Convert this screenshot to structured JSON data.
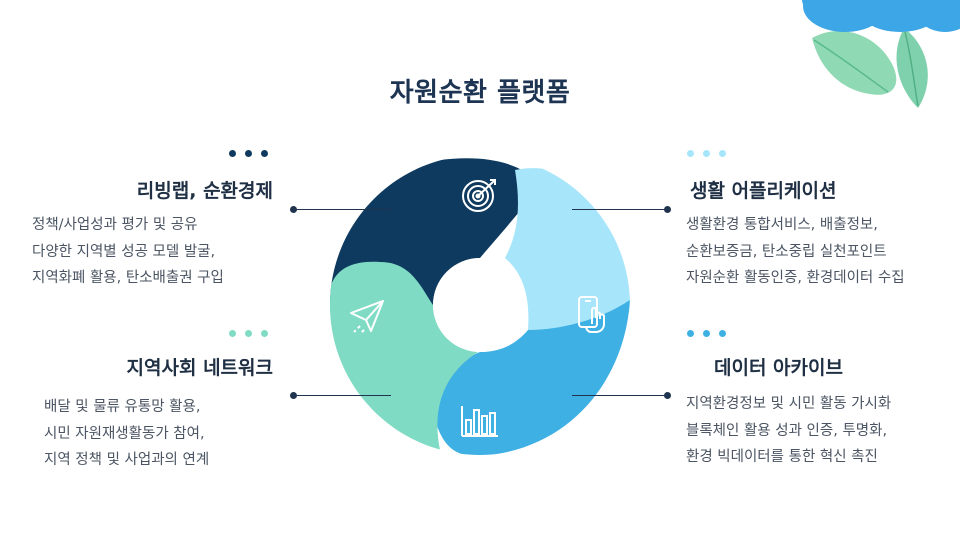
{
  "title": "자원순환 플랫폼",
  "colors": {
    "navy": "#0f3a5f",
    "light_blue": "#a7e6fa",
    "blue": "#3fb0e3",
    "mint": "#7fdbc4",
    "leaf_green": "#8fd9b4",
    "cloud_blue": "#3da6e6"
  },
  "blocks": {
    "top_left": {
      "heading": "리빙랩, 순환경제",
      "lines": [
        "정책/사업성과 평가 및 공유",
        "다양한 지역별 성공 모델 발굴,",
        "지역화폐 활용, 탄소배출권 구입"
      ],
      "dot_color": "#0f3a5f"
    },
    "bottom_left": {
      "heading": "지역사회 네트워크",
      "lines": [
        "배달 및 물류 유통망 활용,",
        "시민 자원재생활동가 참여,",
        "지역 정책 및 사업과의 연계"
      ],
      "dot_color": "#7fdbc4"
    },
    "top_right": {
      "heading": "생활 어플리케이션",
      "lines": [
        "생활환경 통합서비스, 배출정보,",
        "순환보증금, 탄소중립 실천포인트",
        "자원순환 활동인증, 환경데이터 수집"
      ],
      "dot_color": "#a7e6fa"
    },
    "bottom_right": {
      "heading": "데이터 아카이브",
      "lines": [
        "지역환경정보 및 시민 활동 가시화",
        "블록체인 활용 성과 인증, 투명화,",
        "환경 빅데이터를 통한 혁신 촉진"
      ],
      "dot_color": "#3fb0e3"
    }
  },
  "icons": {
    "navy_segment": "target-icon",
    "light_segment": "touch-phone-icon",
    "blue_segment": "bar-chart-icon",
    "mint_segment": "paper-plane-icon"
  }
}
